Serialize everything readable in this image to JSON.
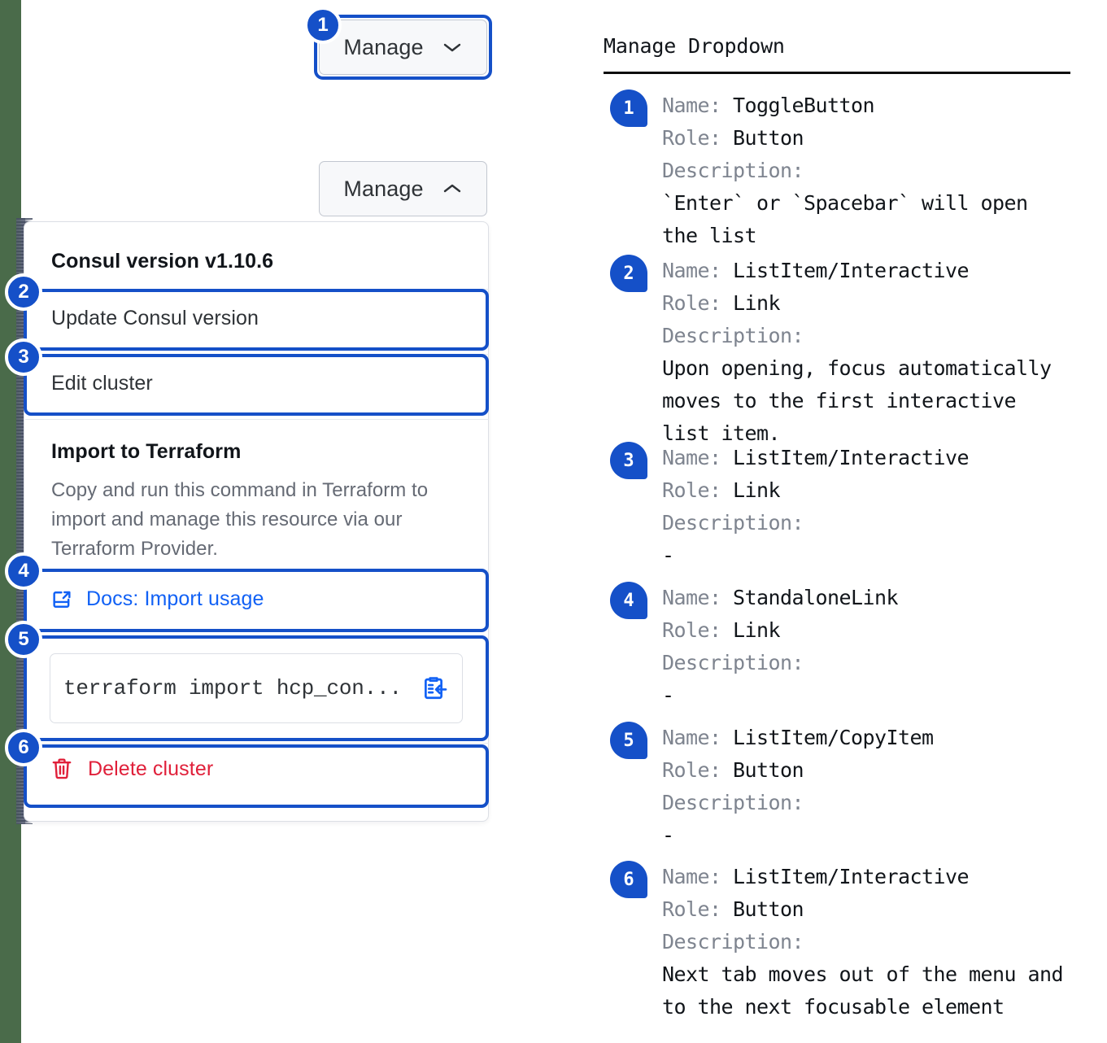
{
  "left_panel": {
    "strip_color": "#4a6b4a",
    "accent_color": "#1550c8",
    "toggle_collapsed": {
      "label": "Manage",
      "icon": "chevron-down-icon"
    },
    "toggle_expanded": {
      "label": "Manage",
      "icon": "chevron-up-icon"
    },
    "dropdown": {
      "version_heading": "Consul version v1.10.6",
      "items": [
        {
          "label": "Update Consul version"
        },
        {
          "label": "Edit cluster"
        }
      ],
      "import_section": {
        "title": "Import to Terraform",
        "description": "Copy and run this command in Terraform to import and manage this resource via our Terraform Provider.",
        "docs_link": "Docs: Import usage",
        "docs_icon": "external-link-icon",
        "command": "terraform import hcp_con...",
        "copy_icon": "copy-to-clipboard-icon"
      },
      "delete": {
        "label": "Delete cluster",
        "icon": "trash-icon",
        "color": "#e0203a"
      }
    },
    "step_badges": [
      "1",
      "2",
      "3",
      "4",
      "5",
      "6"
    ]
  },
  "legend": {
    "title": "Manage Dropdown",
    "field_labels": {
      "name": "Name:",
      "role": "Role:",
      "description": "Description:"
    },
    "entries": [
      {
        "badge": "1",
        "name": "ToggleButton",
        "role": "Button",
        "description": "`Enter` or `Spacebar` will open\nthe list"
      },
      {
        "badge": "2",
        "name": "ListItem/Interactive",
        "role": "Link",
        "description": "Upon opening, focus automatically\nmoves to the first interactive\nlist item."
      },
      {
        "badge": "3",
        "name": "ListItem/Interactive",
        "role": "Link",
        "description": "-"
      },
      {
        "badge": "4",
        "name": "StandaloneLink",
        "role": "Link",
        "description": "-"
      },
      {
        "badge": "5",
        "name": "ListItem/CopyItem",
        "role": "Button",
        "description": "-"
      },
      {
        "badge": "6",
        "name": "ListItem/Interactive",
        "role": "Button",
        "description": "Next tab moves out of the menu and\nto the next focusable element"
      }
    ]
  }
}
